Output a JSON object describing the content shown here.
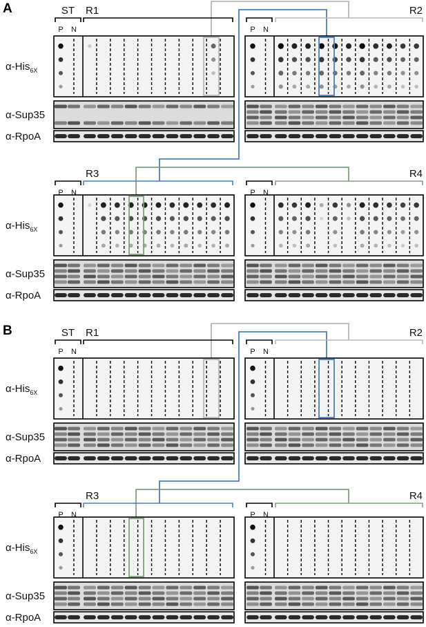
{
  "panels": [
    {
      "letter": "A",
      "header_st": "ST",
      "header_p": "P",
      "header_n": "N",
      "rounds": [
        "R1",
        "R2",
        "R3",
        "R4"
      ],
      "ab_his_prefix": "α-His",
      "ab_his_sub": "6X",
      "ab_sup35": "α-Sup35",
      "ab_rpoa": "α-RpoA"
    },
    {
      "letter": "B",
      "header_st": "ST",
      "header_p": "P",
      "header_n": "N",
      "rounds": [
        "R1",
        "R2",
        "R3",
        "R4"
      ],
      "ab_his_prefix": "α-His",
      "ab_his_sub": "6X",
      "ab_sup35": "α-Sup35",
      "ab_rpoa": "α-RpoA"
    }
  ],
  "colors": {
    "gray_link": "#b8b8b8",
    "blue_link": "#4a7fc1",
    "green_link": "#7fa27f"
  },
  "lane_signal": {
    "A": {
      "R1": [
        0.15,
        0,
        0,
        0,
        0,
        0,
        0,
        0,
        0,
        0.6,
        0
      ],
      "R2": [
        1,
        0.9,
        0.9,
        1,
        0.95,
        0.9,
        1,
        0.85,
        0.9,
        0.8,
        0.8
      ],
      "R3": [
        0.1,
        0.9,
        0.85,
        0.9,
        0.9,
        0.9,
        0.85,
        0.9,
        0.85,
        0.85,
        0.9
      ],
      "R4": [
        0.85,
        0.8,
        0.9,
        0.3,
        0.8,
        0.4,
        0.9,
        0.85,
        0.8,
        0.75,
        0.8
      ]
    },
    "B": {
      "R1": [
        0,
        0,
        0,
        0,
        0,
        0,
        0,
        0,
        0,
        0,
        0
      ],
      "R2": [
        0,
        0,
        0,
        0,
        0,
        0,
        0,
        0,
        0,
        0,
        0
      ],
      "R3": [
        0,
        0,
        0,
        0,
        0,
        0,
        0,
        0,
        0,
        0,
        0
      ],
      "R4": [
        0,
        0,
        0,
        0,
        0,
        0,
        0,
        0,
        0,
        0,
        0
      ]
    }
  }
}
